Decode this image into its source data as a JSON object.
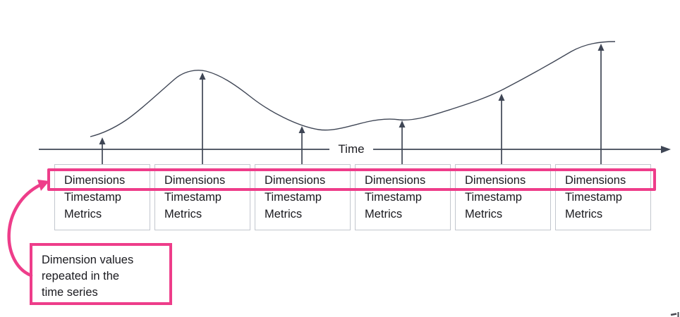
{
  "colors": {
    "accent_pink": "#EE3D8A",
    "ink": "#3F4655",
    "card_border": "#C3C7CE",
    "text_dark": "#1A1A1F"
  },
  "axis": {
    "label": "Time"
  },
  "records": [
    {
      "dimensions": "Dimensions",
      "timestamp": "Timestamp",
      "metrics": "Metrics"
    },
    {
      "dimensions": "Dimensions",
      "timestamp": "Timestamp",
      "metrics": "Metrics"
    },
    {
      "dimensions": "Dimensions",
      "timestamp": "Timestamp",
      "metrics": "Metrics"
    },
    {
      "dimensions": "Dimensions",
      "timestamp": "Timestamp",
      "metrics": "Metrics"
    },
    {
      "dimensions": "Dimensions",
      "timestamp": "Timestamp",
      "metrics": "Metrics"
    },
    {
      "dimensions": "Dimensions",
      "timestamp": "Timestamp",
      "metrics": "Metrics"
    }
  ],
  "callout": {
    "lines": [
      "Dimension values",
      "repeated in the",
      "time series"
    ]
  }
}
